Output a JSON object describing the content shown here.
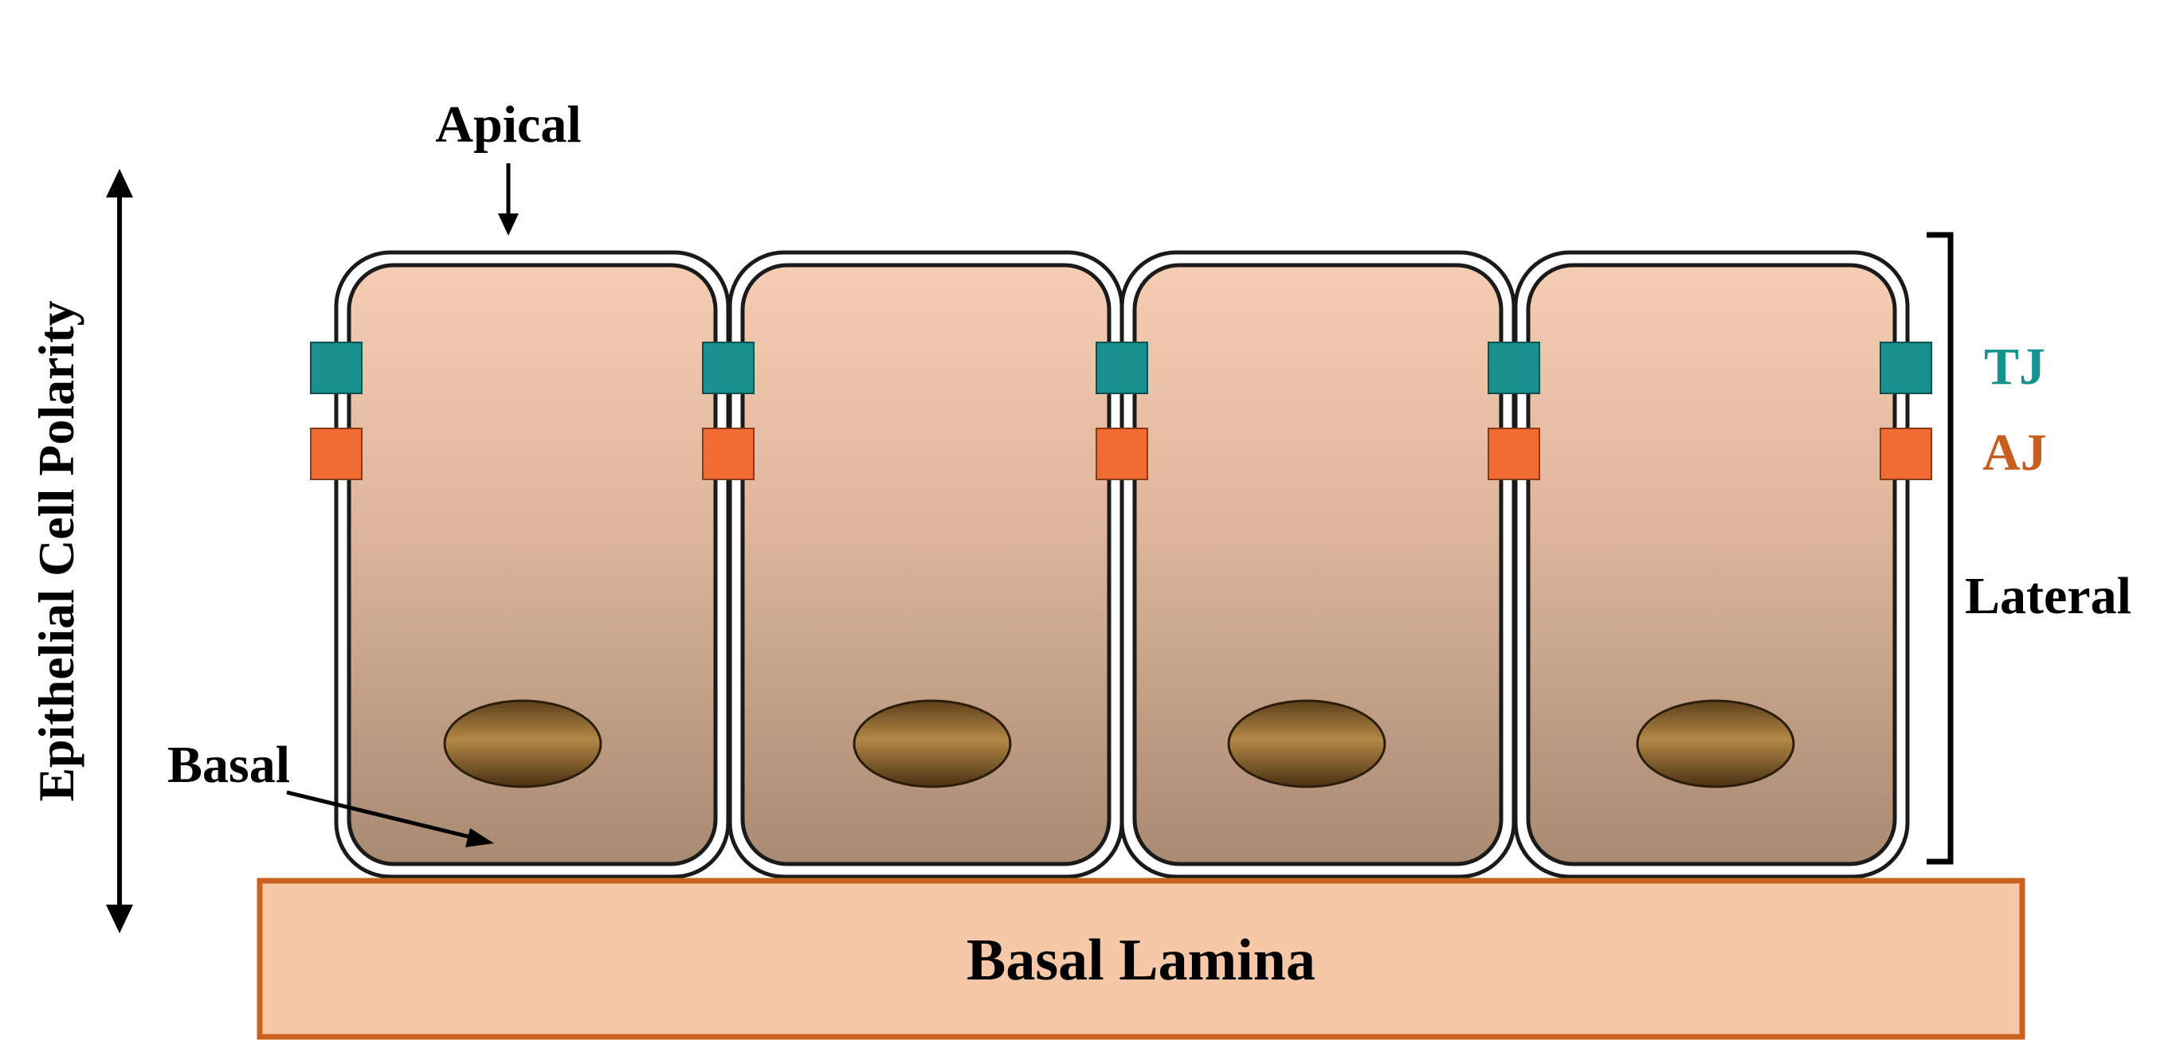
{
  "labels": {
    "apical": "Apical",
    "basal": "Basal",
    "lateral": "Lateral",
    "tj": "TJ",
    "aj": "AJ",
    "polarity": "Epithelial Cell Polarity",
    "basal_lamina": "Basal Lamina"
  },
  "colors": {
    "tj": "#18908f",
    "aj": "#f06c32",
    "tj_text": "#15938f",
    "aj_text": "#c65f1e",
    "cell_top": "#f5cdb3",
    "cell_bottom": "#a88a72",
    "nucleus_light": "#b38746",
    "nucleus_dark": "#5c3f1a",
    "lamina_fill": "#f7c8a8",
    "lamina_border": "#c8621e"
  },
  "cell_count": 4
}
